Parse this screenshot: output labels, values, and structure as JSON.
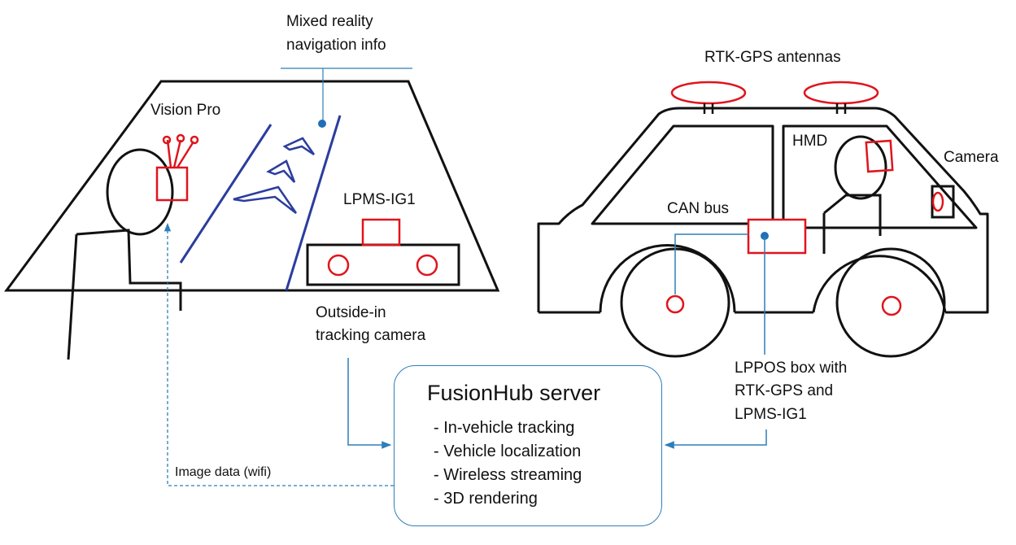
{
  "labels": {
    "mixed_reality_line1": "Mixed reality",
    "mixed_reality_line2": "navigation info",
    "vision_pro": "Vision Pro",
    "lpms_ig1": "LPMS-IG1",
    "outside_in_line1": "Outside-in",
    "outside_in_line2": "tracking camera",
    "rtk_gps_antennas": "RTK-GPS antennas",
    "hmd": "HMD",
    "camera": "Camera",
    "can_bus": "CAN bus",
    "lppos_line1": "LPPOS box with",
    "lppos_line2": "RTK-GPS and",
    "lppos_line3": "LPMS-IG1",
    "image_data": "Image data (wifi)"
  },
  "server": {
    "title": "FusionHub server",
    "items": [
      "- In-vehicle tracking",
      "- Vehicle localization",
      "- Wireless streaming",
      "- 3D rendering"
    ]
  },
  "colors": {
    "outline": "#111111",
    "device_red": "#e0141c",
    "connector_blue": "#2e7fb8",
    "hud_blue": "#2b3d9e"
  }
}
